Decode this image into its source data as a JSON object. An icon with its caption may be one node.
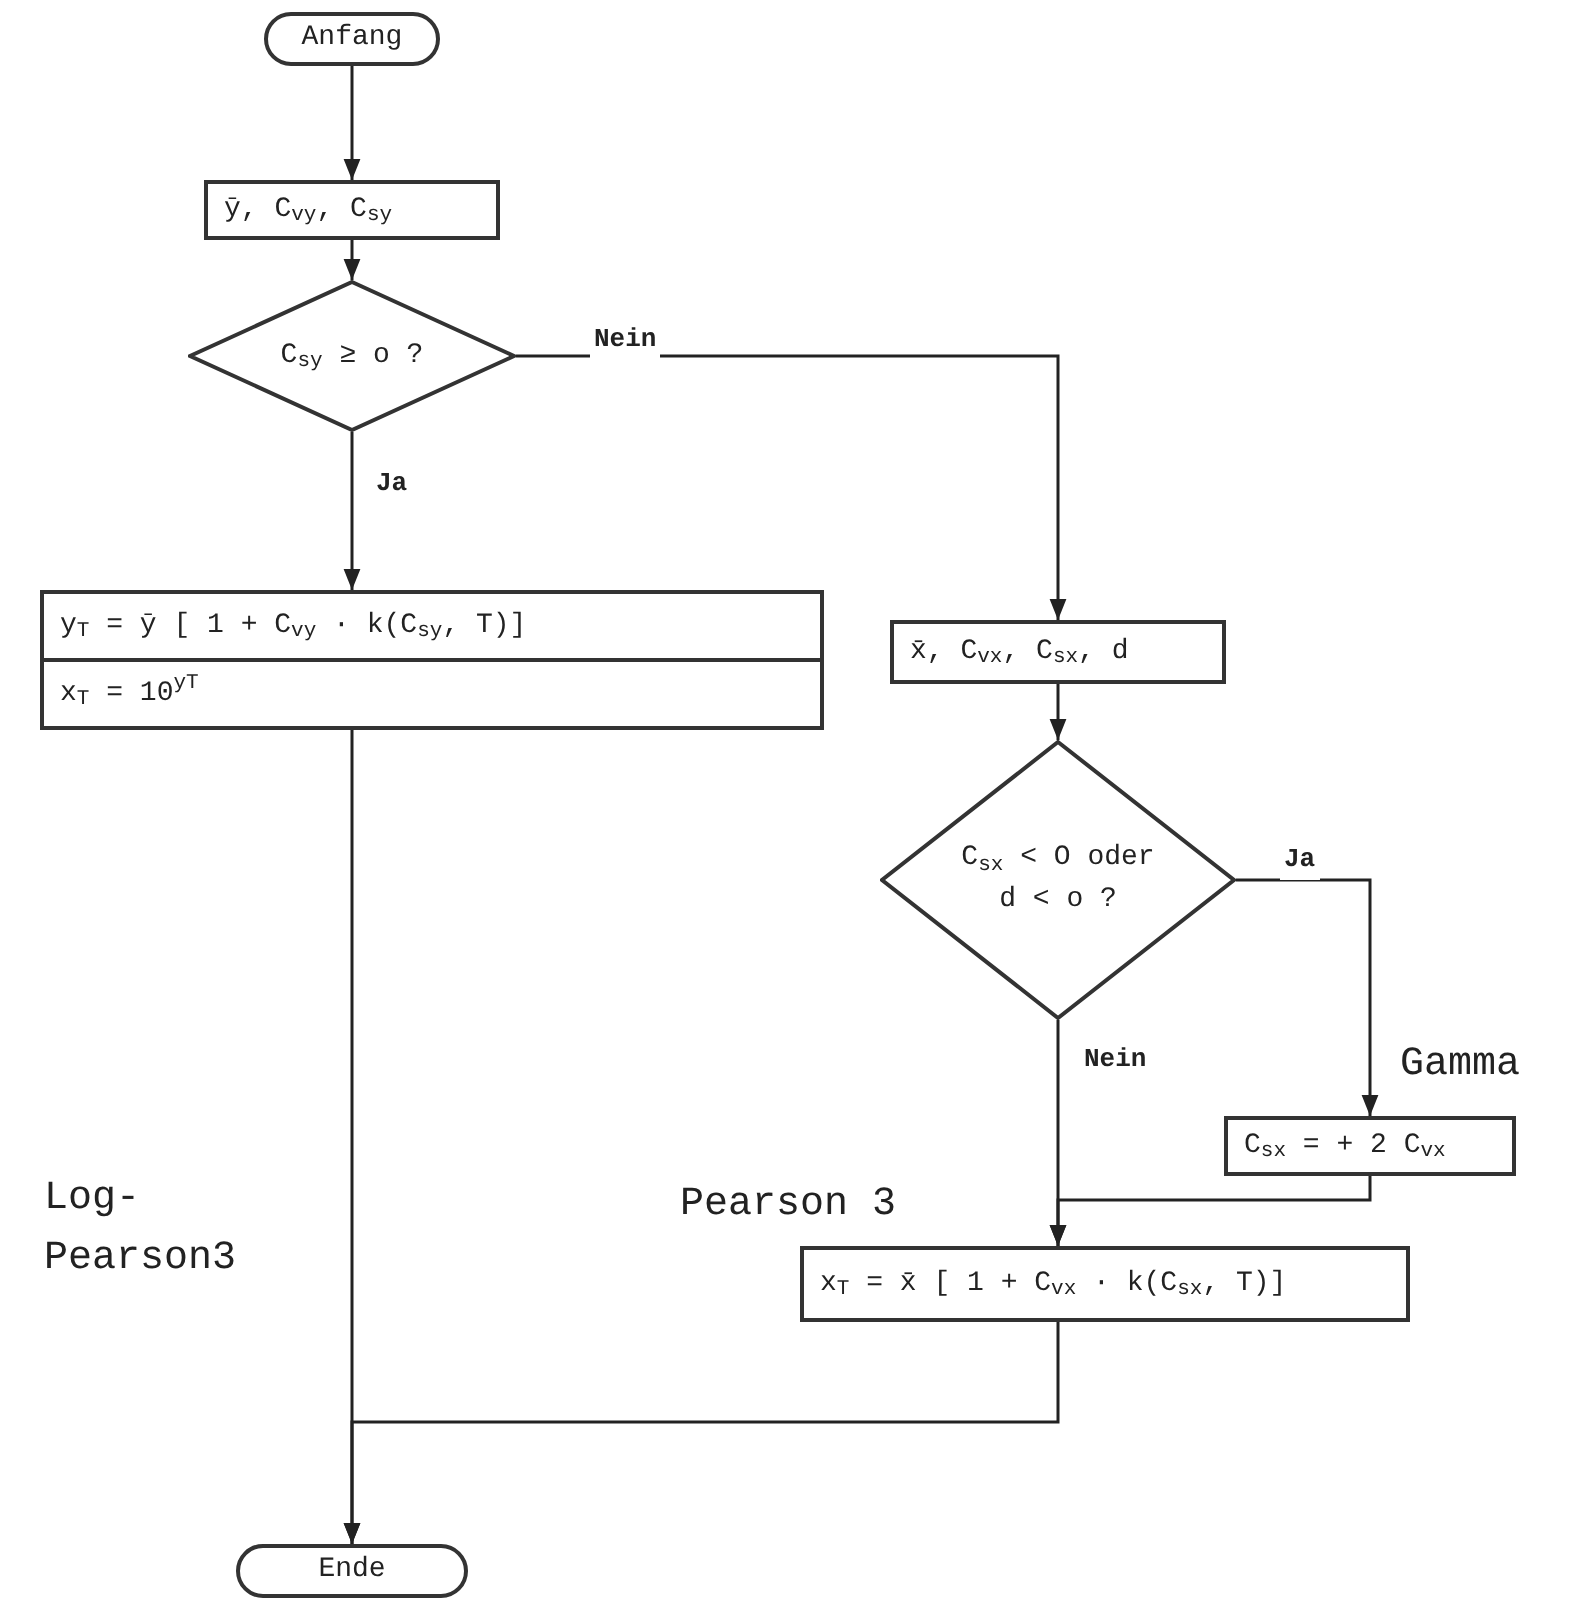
{
  "diagram": {
    "nodes": [
      {
        "text": [
          "Anfang"
        ]
      },
      {
        "text": [
          "ȳ, C$_{vy}$, C$_{sy}$"
        ]
      },
      {
        "text": [
          "C$_{sy}$ ≥ o ?"
        ]
      },
      {
        "text": [
          "y$_{T}$ = ȳ [ 1 + C$_{vy}$ · k(C$_{sy}$, T)]",
          "x$_{T}$ = 10$^{yT}$"
        ]
      },
      {
        "text": [
          "x̄, C$_{vx}$, C$_{sx}$, d"
        ]
      },
      {
        "text": [
          "C$_{sx}$ < O oder d < o ?"
        ]
      },
      {
        "text": [
          "C$_{sx}$ = + 2 C$_{vx}$"
        ]
      },
      {
        "text": [
          "x$_{T}$ = x̄ [ 1 + C$_{vx}$ · k(C$_{sx}$, T)]"
        ]
      },
      {
        "text": [
          "Ende"
        ]
      }
    ],
    "edges": [
      {
        "from": 0,
        "to": 1,
        "arrow": "to"
      },
      {
        "from": 1,
        "to": 2,
        "arrow": "to"
      },
      {
        "from": 2,
        "to": 3,
        "arrow": "to",
        "label": "Ja"
      },
      {
        "from": 2,
        "to": 4,
        "arrow": "to",
        "label": "Nein"
      },
      {
        "from": 4,
        "to": 5,
        "arrow": "to"
      },
      {
        "from": 5,
        "to": 7,
        "arrow": "to",
        "label": "Nein"
      },
      {
        "from": 5,
        "to": 6,
        "arrow": "to",
        "label": "Ja"
      },
      {
        "from": 6,
        "to": 7,
        "arrow": "to"
      },
      {
        "from": 3,
        "to": 8,
        "arrow": "to"
      },
      {
        "from": 7,
        "to": 8,
        "arrow": "to"
      }
    ],
    "labels": [
      "Log- Pearson3",
      "Pearson 3",
      "Gamma"
    ]
  }
}
